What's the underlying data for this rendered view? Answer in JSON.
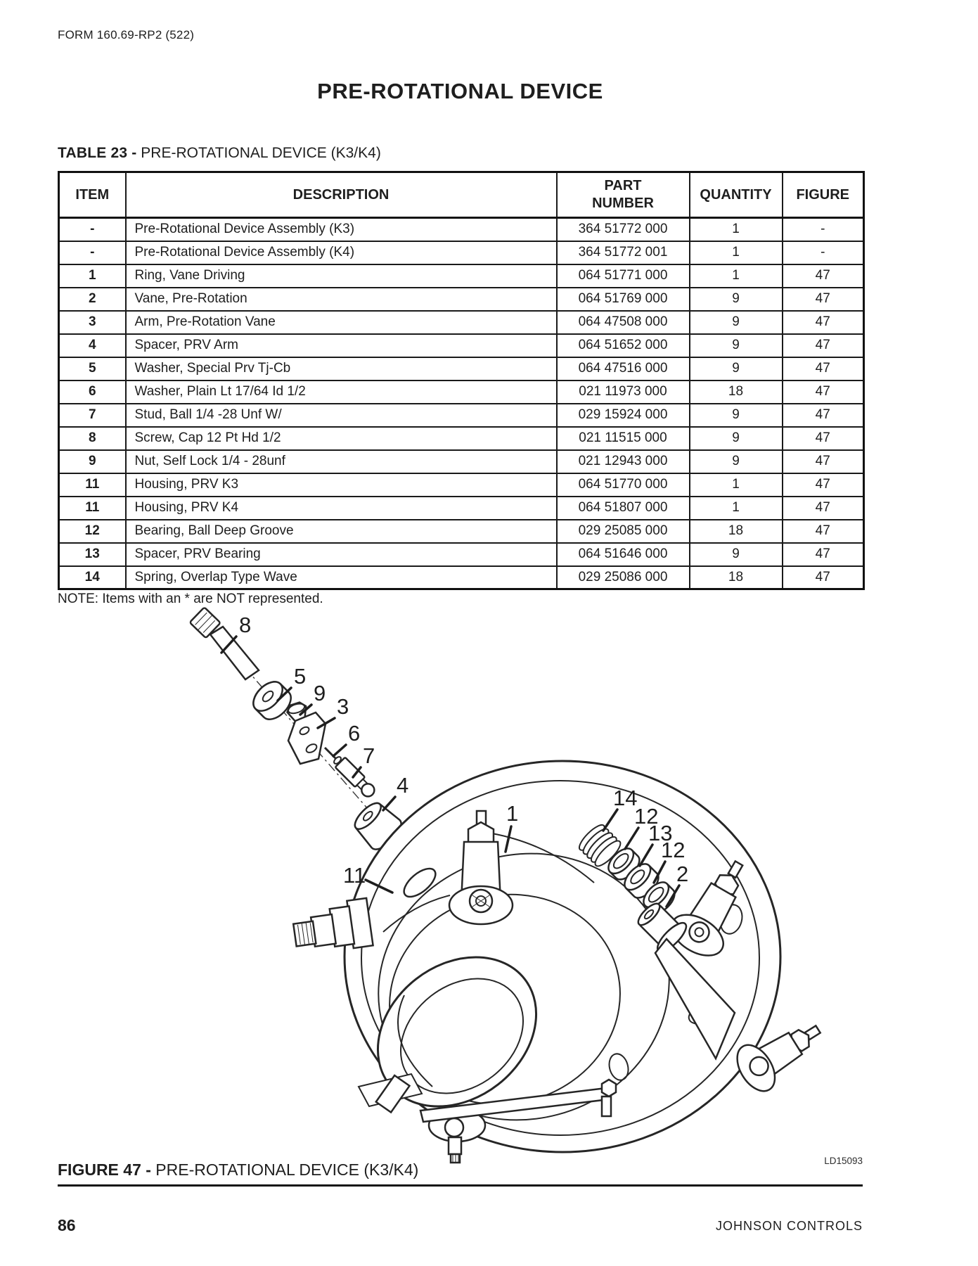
{
  "page": {
    "form_number": "FORM 160.69-RP2 (522)",
    "title": "PRE-ROTATIONAL DEVICE",
    "page_number": "86",
    "footer_right": "JOHNSON CONTROLS"
  },
  "table": {
    "label_bold": "TABLE 23 -",
    "label_rest": " PRE-ROTATIONAL DEVICE (K3/K4)",
    "columns": [
      "ITEM",
      "DESCRIPTION",
      "PART NUMBER",
      "QUANTITY",
      "FIGURE"
    ],
    "rows": [
      {
        "item": "-",
        "description": "Pre-Rotational Device Assembly (K3)",
        "part_number": "364 51772 000",
        "quantity": "1",
        "figure": "-"
      },
      {
        "item": "-",
        "description": "Pre-Rotational Device Assembly (K4)",
        "part_number": "364 51772 001",
        "quantity": "1",
        "figure": "-"
      },
      {
        "item": "1",
        "description": "Ring, Vane Driving",
        "part_number": "064 51771 000",
        "quantity": "1",
        "figure": "47"
      },
      {
        "item": "2",
        "description": "Vane, Pre-Rotation",
        "part_number": "064 51769 000",
        "quantity": "9",
        "figure": "47"
      },
      {
        "item": "3",
        "description": "Arm, Pre-Rotation Vane",
        "part_number": "064 47508 000",
        "quantity": "9",
        "figure": "47"
      },
      {
        "item": "4",
        "description": "Spacer, PRV Arm",
        "part_number": "064 51652 000",
        "quantity": "9",
        "figure": "47"
      },
      {
        "item": "5",
        "description": "Washer, Special Prv Tj-Cb",
        "part_number": "064 47516 000",
        "quantity": "9",
        "figure": "47"
      },
      {
        "item": "6",
        "description": "Washer, Plain Lt 17/64 Id 1/2",
        "part_number": "021 11973 000",
        "quantity": "18",
        "figure": "47"
      },
      {
        "item": "7",
        "description": "Stud, Ball 1/4 -28 Unf W/",
        "part_number": "029 15924 000",
        "quantity": "9",
        "figure": "47"
      },
      {
        "item": "8",
        "description": "Screw, Cap 12 Pt Hd 1/2",
        "part_number": "021 11515 000",
        "quantity": "9",
        "figure": "47"
      },
      {
        "item": "9",
        "description": "Nut, Self Lock 1/4 - 28unf",
        "part_number": "021 12943 000",
        "quantity": "9",
        "figure": "47"
      },
      {
        "item": "11",
        "description": "Housing, PRV K3",
        "part_number": "064 51770 000",
        "quantity": "1",
        "figure": "47"
      },
      {
        "item": "11",
        "description": "Housing, PRV K4",
        "part_number": "064 51807 000",
        "quantity": "1",
        "figure": "47"
      },
      {
        "item": "12",
        "description": "Bearing, Ball Deep Groove",
        "part_number": "029 25085 000",
        "quantity": "18",
        "figure": "47"
      },
      {
        "item": "13",
        "description": "Spacer, PRV Bearing",
        "part_number": "064 51646 000",
        "quantity": "9",
        "figure": "47"
      },
      {
        "item": "14",
        "description": "Spring, Overlap Type Wave",
        "part_number": "029 25086 000",
        "quantity": "18",
        "figure": "47"
      }
    ],
    "note": "NOTE: Items with an * are NOT represented."
  },
  "figure": {
    "caption_bold": "FIGURE 47 -",
    "caption_rest": " PRE-ROTATIONAL DEVICE (K3/K4)",
    "drawing_id": "LD15093",
    "callouts": [
      "8",
      "5",
      "9",
      "3",
      "6",
      "7",
      "4",
      "1",
      "11",
      "14",
      "12",
      "13",
      "12",
      "2"
    ]
  },
  "colors": {
    "ink": "#1e1e1e",
    "background": "#ffffff"
  }
}
